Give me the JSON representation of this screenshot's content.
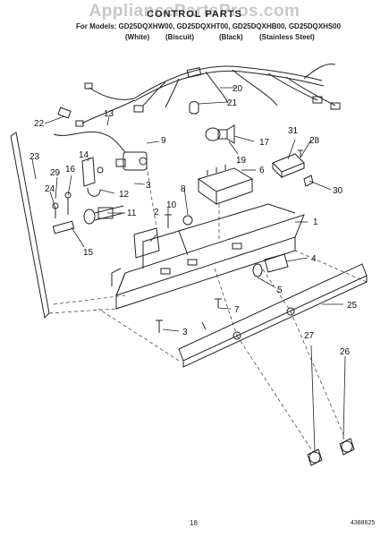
{
  "watermark": "AppliancePartsPros.com",
  "title": "CONTROL PARTS",
  "models_line": "For Models: GD25DQXHW00, GD25DQXHT00, GD25DQXHB00, GD25DQXHS00",
  "colors": [
    "(White)",
    "(Biscuit)",
    "(Black)",
    "(Stainless Steel)"
  ],
  "callouts": [
    "1",
    "2",
    "3",
    "3",
    "4",
    "5",
    "6",
    "7",
    "8",
    "9",
    "10",
    "11",
    "12",
    "13",
    "14",
    "15",
    "16",
    "17",
    "19",
    "20",
    "21",
    "22",
    "23",
    "24",
    "25",
    "26",
    "27",
    "28",
    "29",
    "30",
    "31"
  ],
  "footer": {
    "page_number": "18",
    "doc_number": "4388625"
  }
}
